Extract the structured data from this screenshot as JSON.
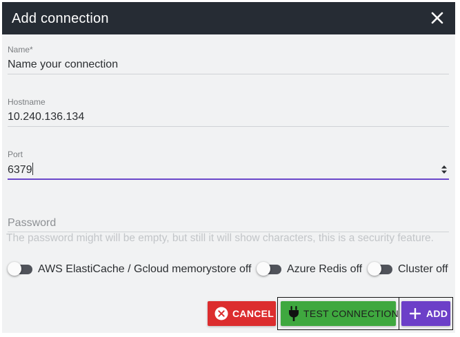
{
  "dialog": {
    "title": "Add connection",
    "close_icon": "close-icon"
  },
  "fields": {
    "name": {
      "label": "Name",
      "required_mark": "*",
      "value": "Name your connection"
    },
    "hostname": {
      "label": "Hostname",
      "value": "10.240.136.134"
    },
    "port": {
      "label": "Port",
      "value": "6379"
    },
    "password": {
      "placeholder": "Password",
      "helper": "The password might will be empty, but still it will show characters, this is a security feature."
    }
  },
  "toggles": [
    {
      "label": "AWS ElastiCache / Gcloud memorystore off",
      "on": false
    },
    {
      "label": "Azure Redis off",
      "on": false
    },
    {
      "label": "Cluster off",
      "on": false
    }
  ],
  "actions": {
    "cancel": {
      "label": "CANCEL",
      "icon": "cancel-circle-icon"
    },
    "test": {
      "label": "TEST CONNECTION",
      "icon": "power-plug-icon"
    },
    "add": {
      "label": "ADD",
      "icon": "plus-icon"
    }
  },
  "colors": {
    "titlebar": "#262c34",
    "accent": "#6a46c9",
    "cancel": "#dc2d2e",
    "test": "#3fa83f",
    "add": "#6c3fc8"
  }
}
